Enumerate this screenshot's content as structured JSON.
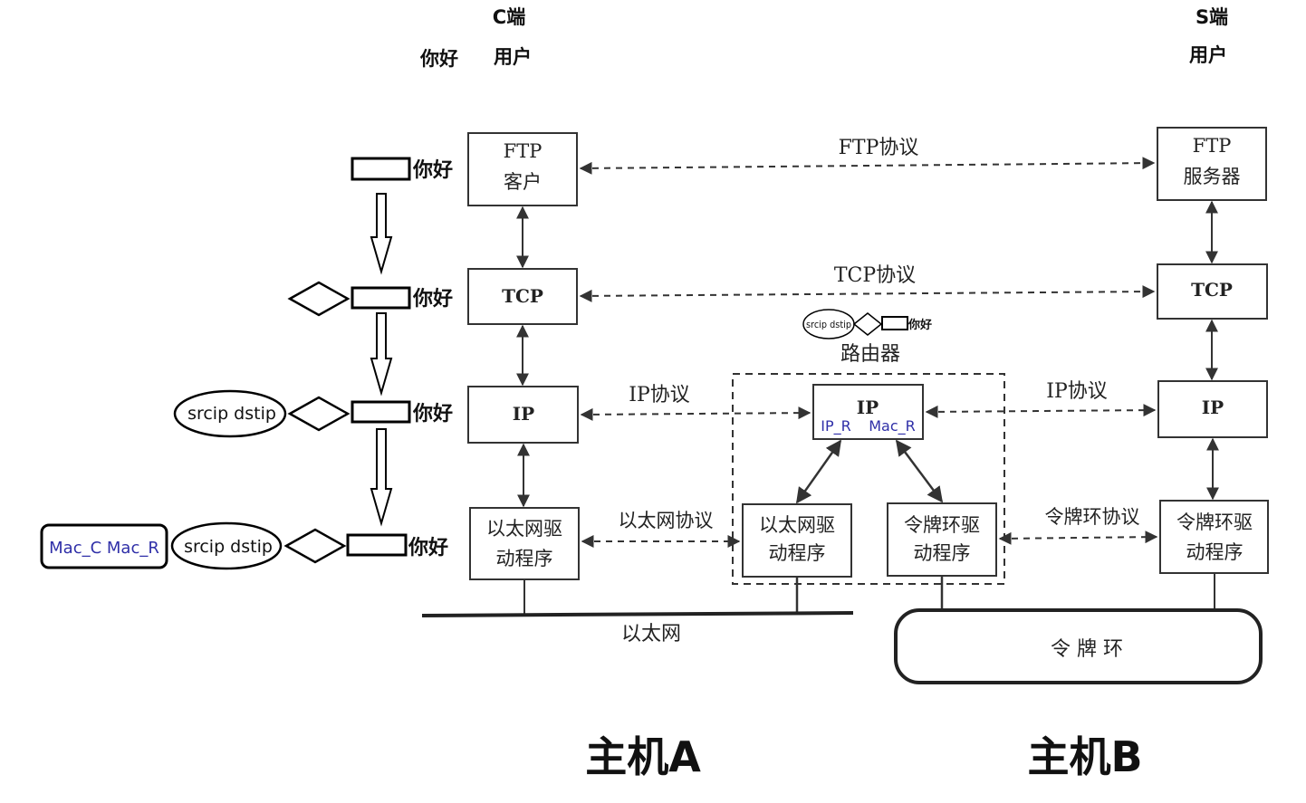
{
  "header": {
    "c_end": "C端",
    "s_end": "S端",
    "hello": "你好",
    "c_user": "用户",
    "s_user": "用户"
  },
  "host_a": {
    "ftp_line1": "FTP",
    "ftp_line2": "客户",
    "tcp": "TCP",
    "ip": "IP",
    "eth_line1": "以太网驱",
    "eth_line2": "动程序"
  },
  "router": {
    "label": "路由器",
    "ip": "IP",
    "ip_r": "IP_R",
    "mac_r": "Mac_R",
    "eth_line1": "以太网驱",
    "eth_line2": "动程序",
    "token_line1": "令牌环驱",
    "token_line2": "动程序",
    "mini_packet": {
      "srcip_dstip": "srcip dstip",
      "payload": "你好"
    }
  },
  "host_b": {
    "ftp_line1": "FTP",
    "ftp_line2": "服务器",
    "tcp": "TCP",
    "ip": "IP",
    "token_line1": "令牌环驱",
    "token_line2": "动程序"
  },
  "protocols": {
    "ftp": "FTP协议",
    "tcp": "TCP协议",
    "ip_left": "IP协议",
    "ip_right": "IP协议",
    "ethernet": "以太网协议",
    "token_ring": "令牌环协议"
  },
  "networks": {
    "ethernet": "以太网",
    "token_ring": "令 牌 环"
  },
  "encapsulation": {
    "level1": {
      "payload": "你好"
    },
    "level2": {
      "payload": "你好"
    },
    "level3": {
      "ip_header": "srcip dstip",
      "payload": "你好"
    },
    "level4": {
      "mac_header": "Mac_C Mac_R",
      "ip_header": "srcip dstip",
      "payload": "你好"
    }
  },
  "footer": {
    "host_a": "主机A",
    "host_b": "主机B"
  },
  "colors": {
    "line": "#333333",
    "annotation_black": "#000000",
    "annotation_blue": "#2f2fa8"
  }
}
